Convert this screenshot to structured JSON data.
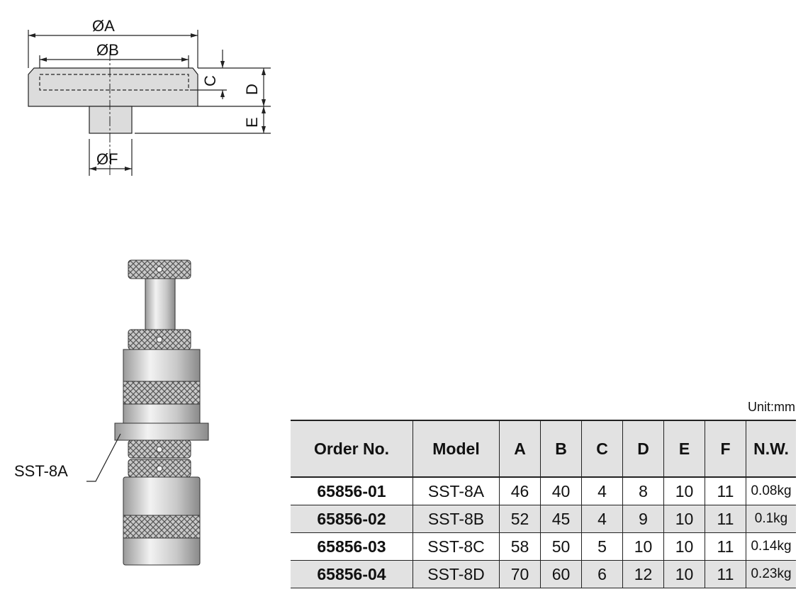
{
  "drawing": {
    "dim_a": "ØA",
    "dim_b": "ØB",
    "dim_c": "C",
    "dim_d": "D",
    "dim_e": "E",
    "dim_f": "ØF"
  },
  "photo": {
    "callout_label": "SST-8A"
  },
  "table": {
    "unit_label": "Unit:mm",
    "headers": [
      "Order No.",
      "Model",
      "A",
      "B",
      "C",
      "D",
      "E",
      "F",
      "N.W."
    ],
    "rows": [
      [
        "65856-01",
        "SST-8A",
        "46",
        "40",
        "4",
        "8",
        "10",
        "11",
        "0.08kg"
      ],
      [
        "65856-02",
        "SST-8B",
        "52",
        "45",
        "4",
        "9",
        "10",
        "11",
        "0.1kg"
      ],
      [
        "65856-03",
        "SST-8C",
        "58",
        "50",
        "5",
        "10",
        "10",
        "11",
        "0.14kg"
      ],
      [
        "65856-04",
        "SST-8D",
        "70",
        "60",
        "6",
        "12",
        "10",
        "11",
        "0.23kg"
      ]
    ]
  },
  "colors": {
    "shaded_row": "#e2e2e2",
    "metal_light": "#d9d9d9",
    "metal_dark": "#8a8a8a"
  }
}
